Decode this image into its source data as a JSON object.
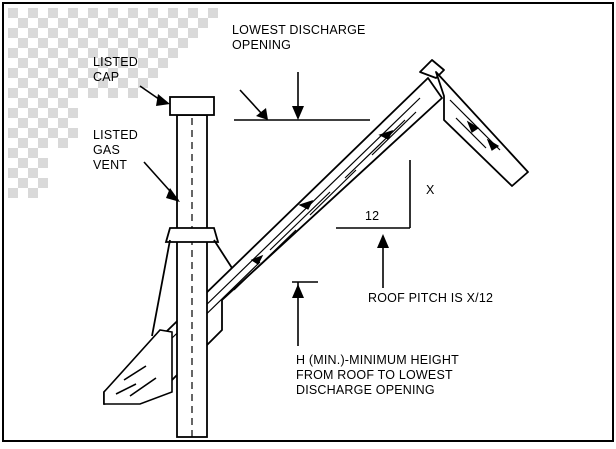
{
  "labels": {
    "lowest_discharge_line1": "LOWEST DISCHARGE",
    "lowest_discharge_line2": "OPENING",
    "listed_cap_line1": "LISTED",
    "listed_cap_line2": "CAP",
    "listed_gas_vent_line1": "LISTED",
    "listed_gas_vent_line2": "GAS",
    "listed_gas_vent_line3": "VENT",
    "pitch_rise": "X",
    "pitch_run": "12",
    "roof_pitch": "ROOF PITCH IS X/12",
    "min_height_line1": "H (MIN.)-MINIMUM HEIGHT",
    "min_height_line2": "FROM ROOF TO LOWEST",
    "min_height_line3": "DISCHARGE OPENING"
  },
  "colors": {
    "ink": "#000000",
    "background": "#ffffff",
    "checker": "#d9d9d9"
  }
}
